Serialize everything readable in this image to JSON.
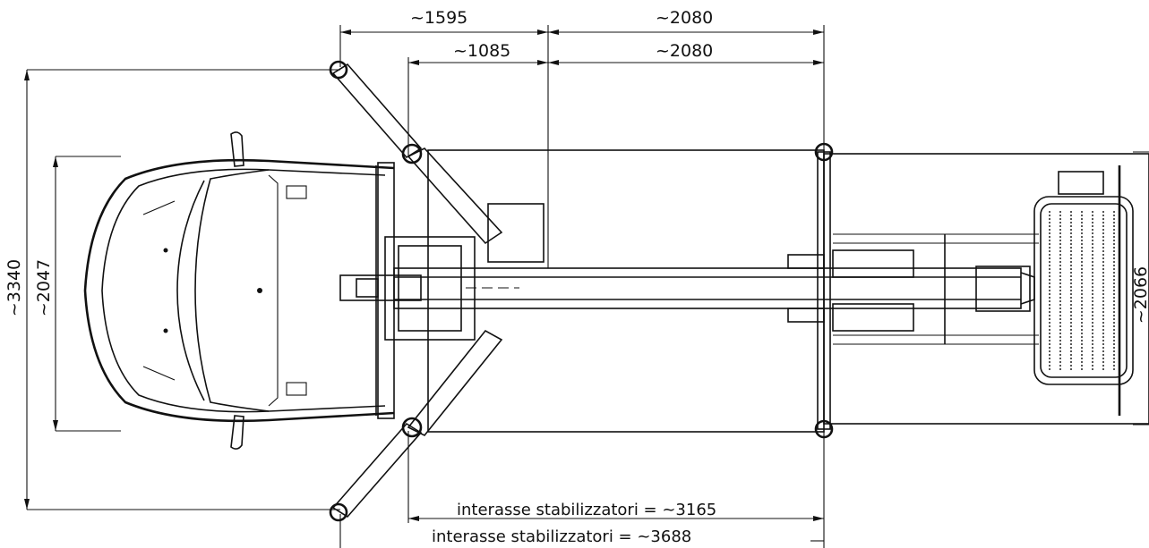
{
  "dimensions": {
    "top_1": "~1595",
    "top_2": "~2080",
    "mid_1": "~1085",
    "mid_2": "~2080",
    "left_outer": "~3340",
    "left_inner": "~2047",
    "right_partial": "~2066"
  },
  "annotations": {
    "line_1": "interasse stabilizzatori = ~3165",
    "line_2": "interasse stabilizzatori = ~3688"
  }
}
